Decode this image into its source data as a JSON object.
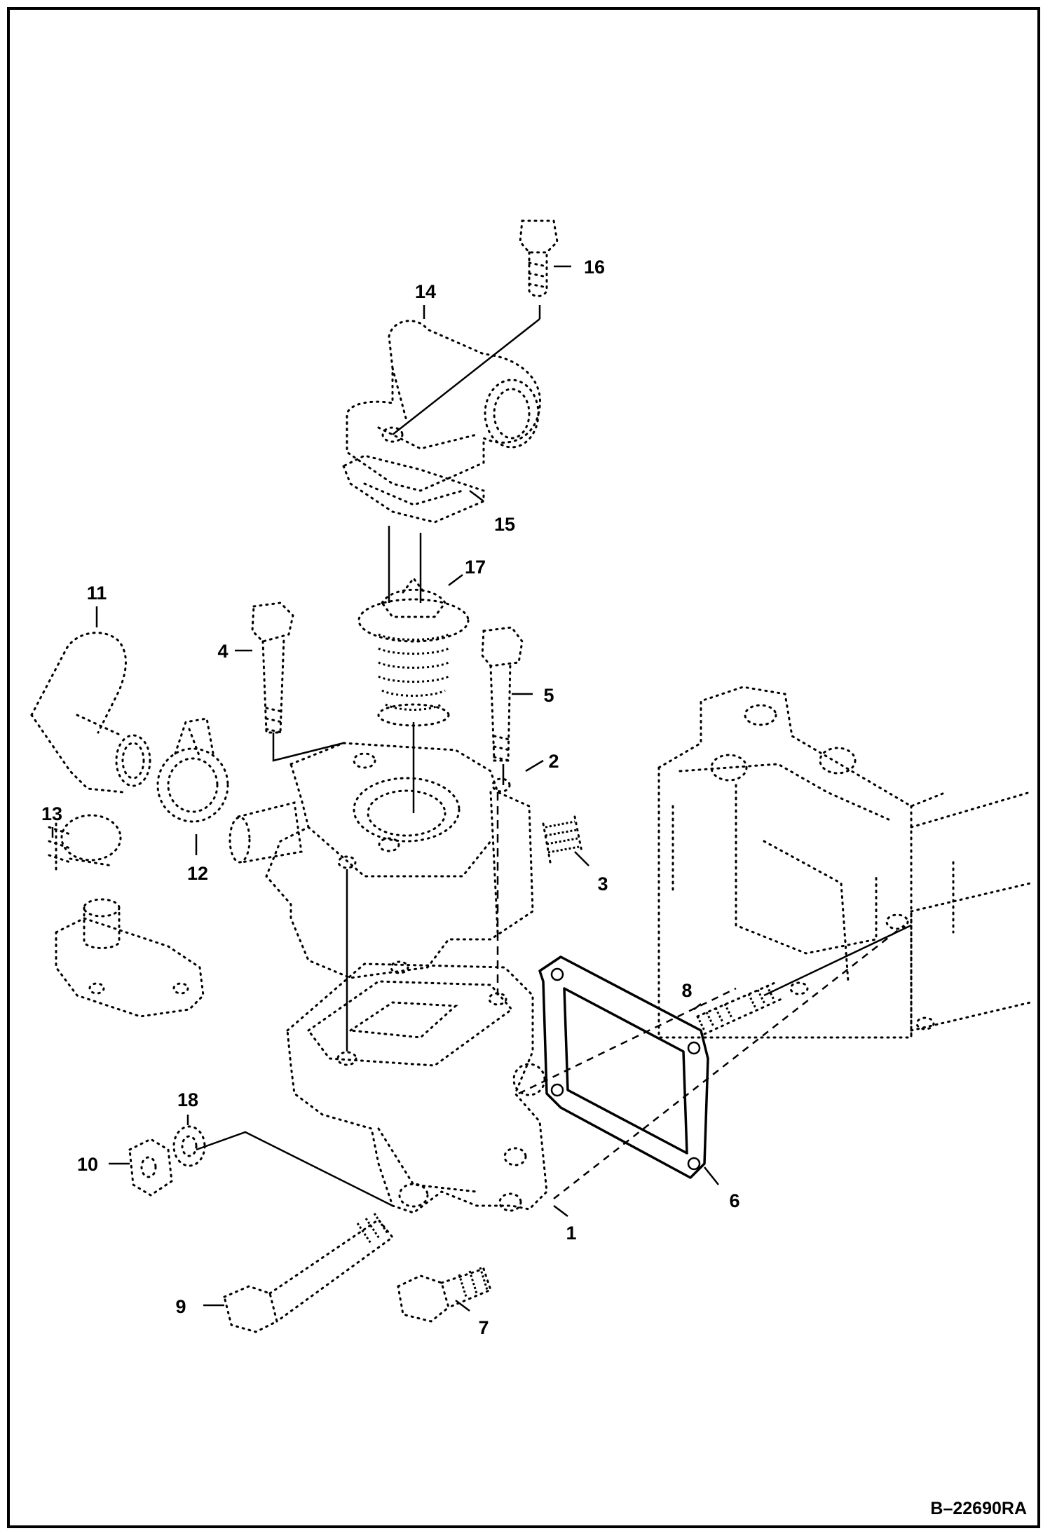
{
  "callouts": [
    {
      "id": "1",
      "label": "1"
    },
    {
      "id": "2",
      "label": "2"
    },
    {
      "id": "3",
      "label": "3"
    },
    {
      "id": "4",
      "label": "4"
    },
    {
      "id": "5",
      "label": "5"
    },
    {
      "id": "6",
      "label": "6"
    },
    {
      "id": "7",
      "label": "7"
    },
    {
      "id": "8",
      "label": "8"
    },
    {
      "id": "9",
      "label": "9"
    },
    {
      "id": "10",
      "label": "10"
    },
    {
      "id": "11",
      "label": "11"
    },
    {
      "id": "12",
      "label": "12"
    },
    {
      "id": "13",
      "label": "13"
    },
    {
      "id": "14",
      "label": "14"
    },
    {
      "id": "15",
      "label": "15"
    },
    {
      "id": "16",
      "label": "16"
    },
    {
      "id": "17",
      "label": "17"
    },
    {
      "id": "18",
      "label": "18"
    }
  ],
  "figure_id": "B–22690RA"
}
